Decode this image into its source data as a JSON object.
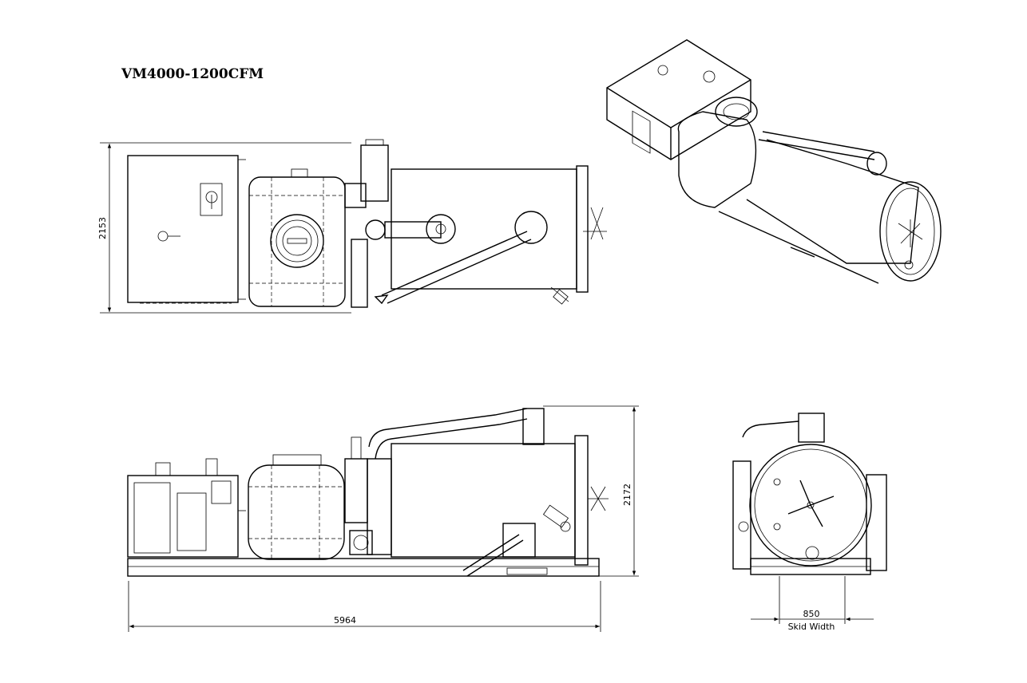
{
  "title": "VM4000-1200CFM",
  "dimensions": {
    "top_view_width": "2153",
    "side_view_height": "2172",
    "overall_length": "5964",
    "skid_width_value": "850",
    "skid_width_label": "Skid Width"
  }
}
